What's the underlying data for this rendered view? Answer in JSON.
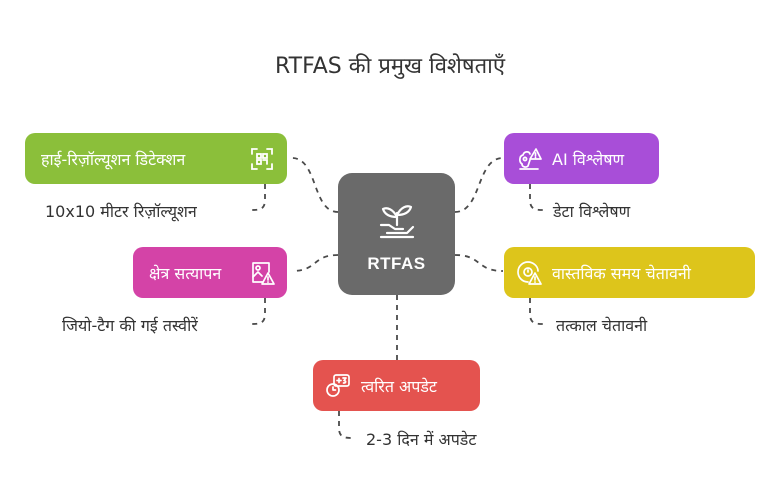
{
  "title": "RTFAS की प्रमुख विशेषताएँ",
  "hub": {
    "label": "RTFAS",
    "icon": "sprout-in-hand-icon"
  },
  "features": {
    "detection": {
      "label": "हाई-रिज़ॉल्यूशन डिटेक्शन",
      "detail": "10x10 मीटर रिज़ॉल्यूशन",
      "icon": "scan-frame-icon",
      "color": "#8bbf3a"
    },
    "ai": {
      "label": "AI विश्लेषण",
      "detail": "डेटा विश्लेषण",
      "icon": "ai-brain-warning-icon",
      "color": "#a84ed8"
    },
    "field": {
      "label": "क्षेत्र सत्यापन",
      "detail": "जियो-टैग की गई तस्वीरें",
      "icon": "image-warning-icon",
      "color": "#d443a7"
    },
    "alert": {
      "label": "वास्तविक समय चेतावनी",
      "detail": "तत्काल चेतावनी",
      "icon": "clock-alert-icon",
      "color": "#ddc51b"
    },
    "update": {
      "label": "त्वरित अपडेट",
      "detail": "2-3 दिन में अपडेट",
      "icon": "plus-three-update-icon",
      "color": "#e4534f"
    }
  }
}
